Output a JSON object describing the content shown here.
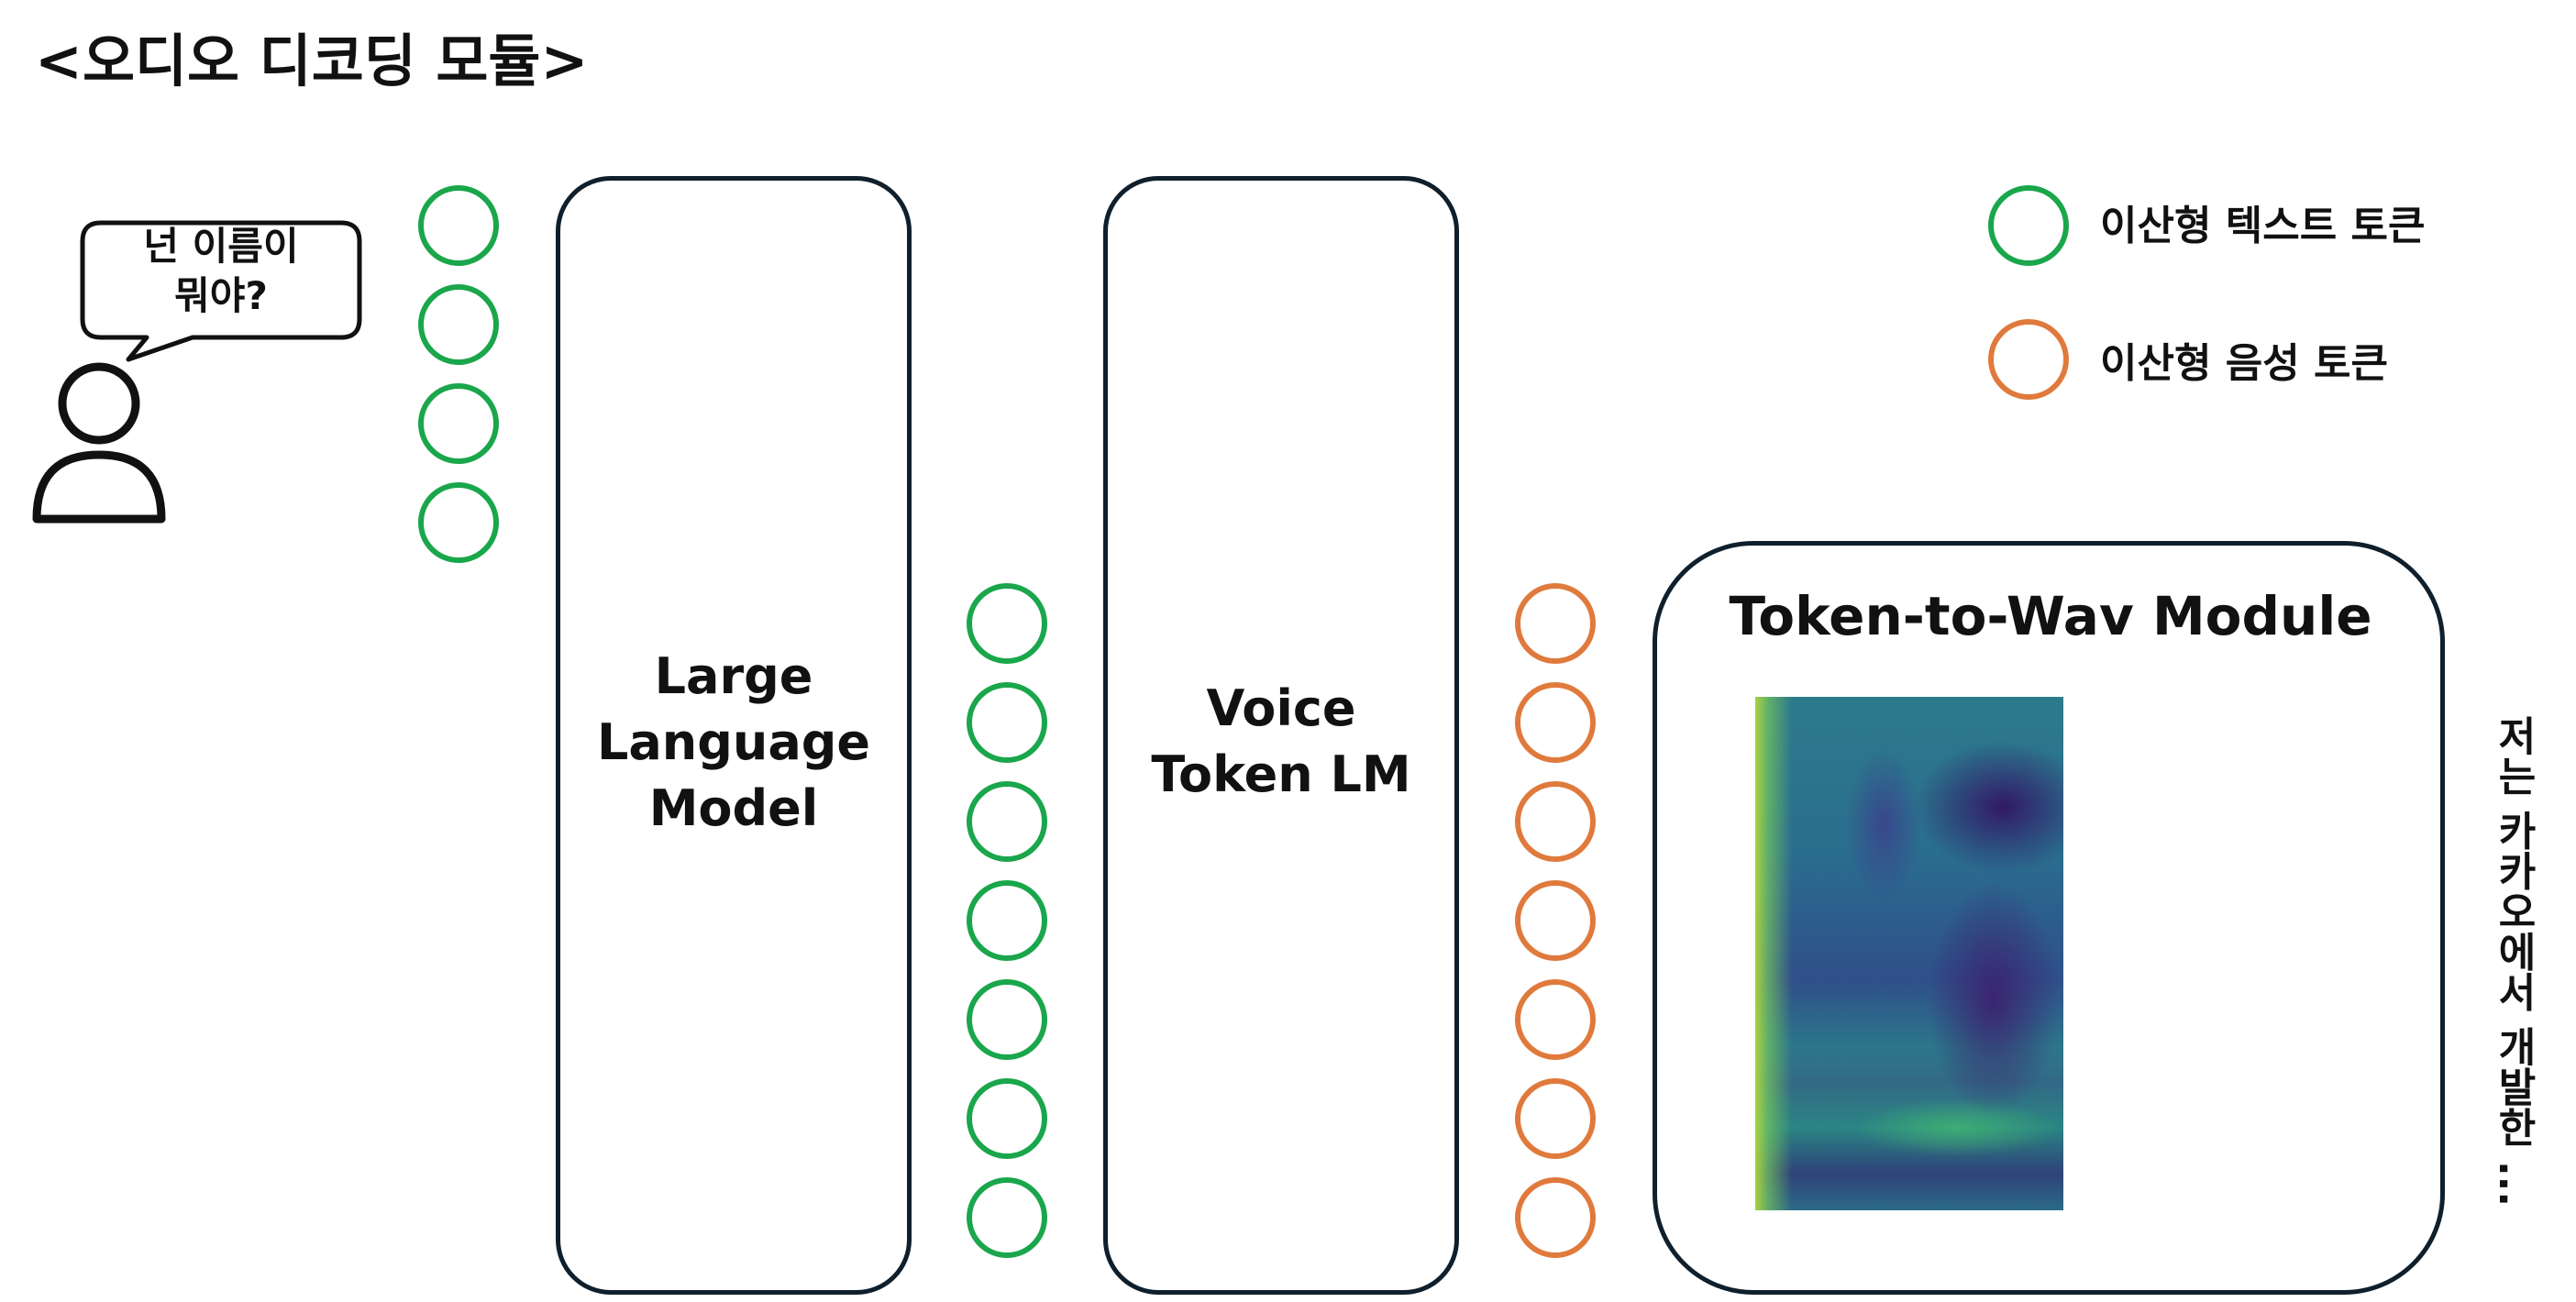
{
  "title": "<오디오 디코딩 모듈>",
  "user": {
    "speech": [
      "넌 이름이",
      "뭐야?"
    ]
  },
  "blocks": {
    "llm": [
      "Large",
      "Language",
      "Model"
    ],
    "voice": [
      "Voice",
      "Token LM"
    ],
    "twm": "Token-to-Wav Module"
  },
  "legend": {
    "text_token": "이산형 텍스트 토큰",
    "speech_token": "이산형 음성 토큰"
  },
  "output_text": "저는 카카오에서 개발한 ...",
  "colors": {
    "text_token": "#1aa64b",
    "speech_token": "#e07a3c",
    "outline": "#0f1f2c"
  },
  "token_counts": {
    "input_text_tokens": 4,
    "llm_output_text_tokens": 7,
    "voice_output_speech_tokens": 7
  }
}
